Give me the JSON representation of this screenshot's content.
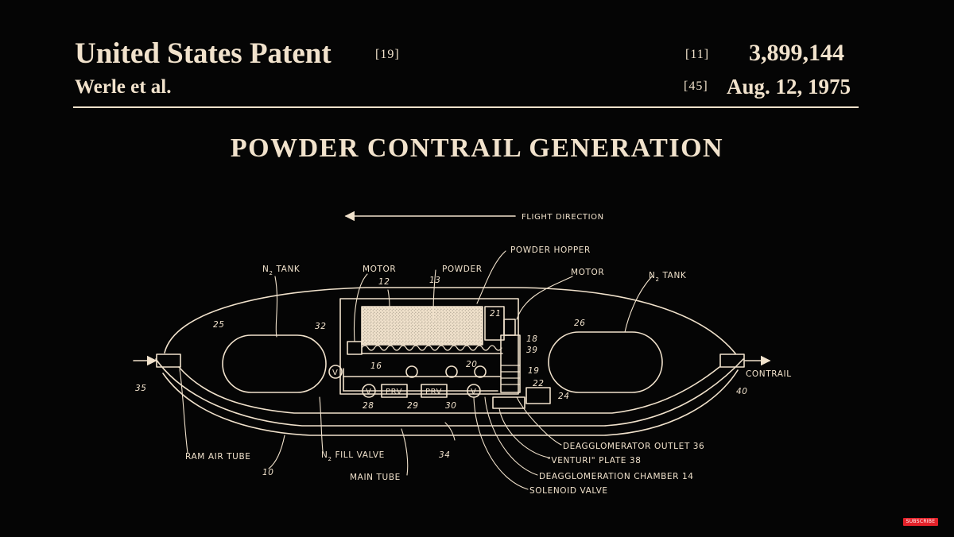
{
  "header": {
    "title": "United States Patent",
    "code_19": "[19]",
    "code_11": "[11]",
    "patent_number": "3,899,144",
    "inventor": "Werle et al.",
    "code_45": "[45]",
    "date": "Aug. 12, 1975"
  },
  "patent_title": "POWDER CONTRAIL GENERATION",
  "diagram": {
    "flight_direction": "FLIGHT DIRECTION",
    "labels": {
      "n2_tank_left": "N",
      "n2_tank_left_sub": "2",
      "n2_tank_left_rest": " TANK",
      "n2_tank_right": "N",
      "n2_tank_right_sub": "2",
      "n2_tank_right_rest": " TANK",
      "motor_left": "MOTOR",
      "powder": "POWDER",
      "powder_hopper": "POWDER HOPPER",
      "motor_right": "MOTOR",
      "contrail": "CONTRAIL",
      "ram_air_tube": "RAM AIR TUBE",
      "n2_fill_valve": "N",
      "n2_fill_valve_sub": "2",
      "n2_fill_valve_rest": " FILL VALVE",
      "main_tube": "MAIN TUBE",
      "deagglomerator_outlet": "DEAGGLOMERATOR OUTLET 36",
      "venturi_plate": "\"VENTURI\" PLATE 38",
      "deagglomeration_chamber": "DEAGGLOMERATION CHAMBER 14",
      "solenoid_valve": "SOLENOID VALVE",
      "prv_1": "PRV",
      "prv_2": "PRV",
      "gauge": "V"
    },
    "numbers": {
      "n12": "12",
      "n13": "13",
      "n25": "25",
      "n26": "26",
      "n32": "32",
      "n21": "21",
      "n18": "18",
      "n39": "39",
      "n16": "16",
      "n20": "20",
      "n19": "19",
      "n22": "22",
      "n24": "24",
      "n28": "28",
      "n29": "29",
      "n30": "30",
      "n35": "35",
      "n40": "40",
      "n34": "34",
      "n10": "10"
    }
  },
  "subscribe_badge": "SUBSCRIBE",
  "colors": {
    "background": "#050505",
    "ink": "#f1e2cc",
    "badge": "#e3222a"
  }
}
